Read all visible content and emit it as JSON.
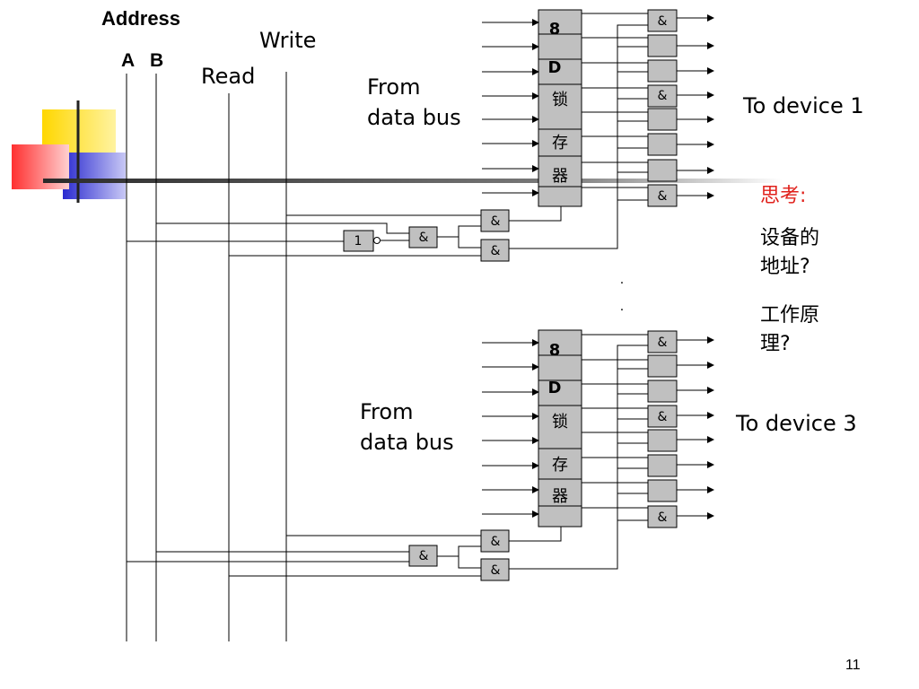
{
  "labels": {
    "address": "Address",
    "a": "A",
    "b": "B",
    "write": "Write",
    "read": "Read",
    "from_data_bus_1": [
      "From",
      "data bus"
    ],
    "from_data_bus_3": [
      "From",
      "data bus"
    ],
    "to_device_1": "To device 1",
    "to_device_3": "To device 3",
    "think_title": "思考:",
    "question_1": [
      "设备的",
      "地址?"
    ],
    "question_2": [
      "工作原",
      "理?"
    ],
    "page_number": "11",
    "ellipsis_dots": [
      "·",
      "·"
    ]
  },
  "latch_cells": [
    "8",
    "D",
    "锁",
    "存",
    "器"
  ],
  "gates": {
    "and": "&",
    "not": "1"
  },
  "colors": {
    "think_title": "#e0201b",
    "block_fill": "#c0c0c0",
    "deco_yellow": "#ffd700",
    "deco_red": "#ff3030",
    "deco_blue": "#2b2bd0",
    "rule_dark": "#3a3a3a"
  },
  "icons": [
    "decorative-squares-icon",
    "arrowhead-icon"
  ]
}
